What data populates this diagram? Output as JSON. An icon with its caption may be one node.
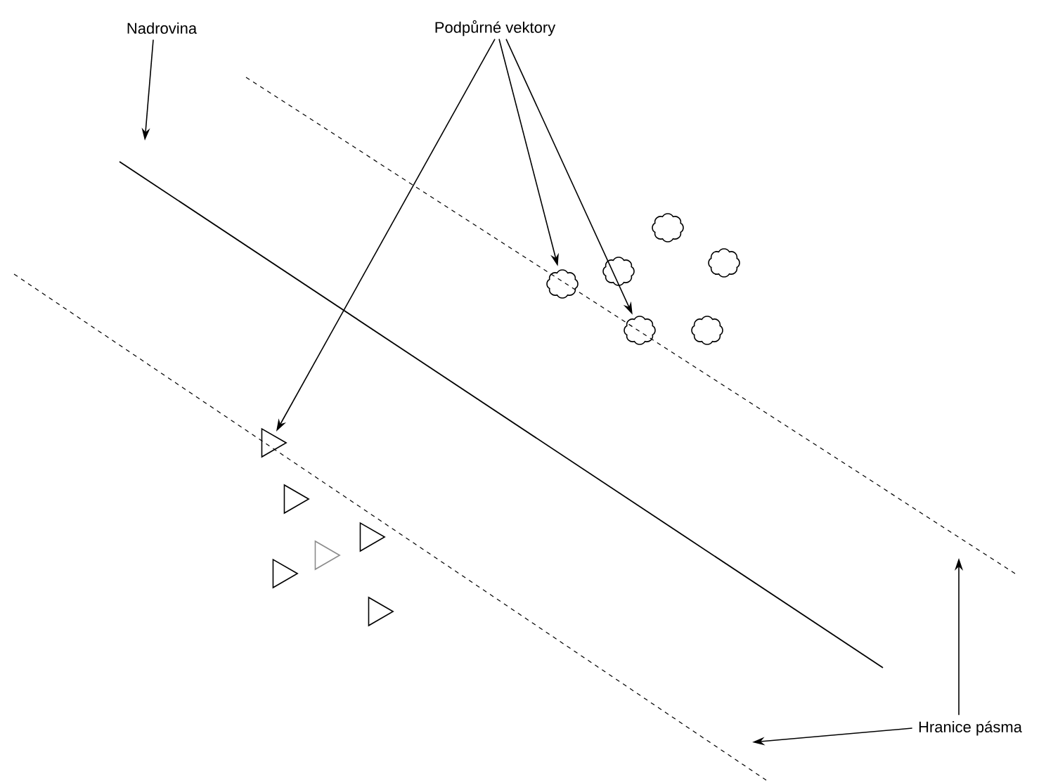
{
  "diagram": {
    "nodes": [
      {
        "text": [
          "Nadrovina"
        ]
      },
      {
        "text": [
          "Podpůrné vektory"
        ]
      },
      {
        "text": [
          "Hranice pásma"
        ]
      },
      {
        "text": [],
        "shape": "cloud"
      },
      {
        "text": [],
        "shape": "cloud"
      },
      {
        "text": [],
        "shape": "cloud"
      },
      {
        "text": [],
        "shape": "cloud"
      },
      {
        "text": [],
        "shape": "cloud"
      },
      {
        "text": [],
        "shape": "cloud"
      },
      {
        "text": [],
        "shape": "triangle"
      },
      {
        "text": [],
        "shape": "triangle"
      },
      {
        "text": [],
        "shape": "triangle"
      },
      {
        "text": [],
        "shape": "triangle"
      },
      {
        "text": [],
        "shape": "triangle"
      },
      {
        "text": [],
        "shape": "triangle"
      }
    ],
    "edges": [
      {
        "from": 0,
        "to": null,
        "arrow": "to"
      },
      {
        "from": 1,
        "to": 6,
        "arrow": "to"
      },
      {
        "from": 1,
        "to": 7,
        "arrow": "to"
      },
      {
        "from": 1,
        "to": 9,
        "arrow": "to"
      },
      {
        "from": 2,
        "to": null,
        "arrow": "to"
      },
      {
        "from": 2,
        "to": null,
        "arrow": "to"
      }
    ]
  }
}
